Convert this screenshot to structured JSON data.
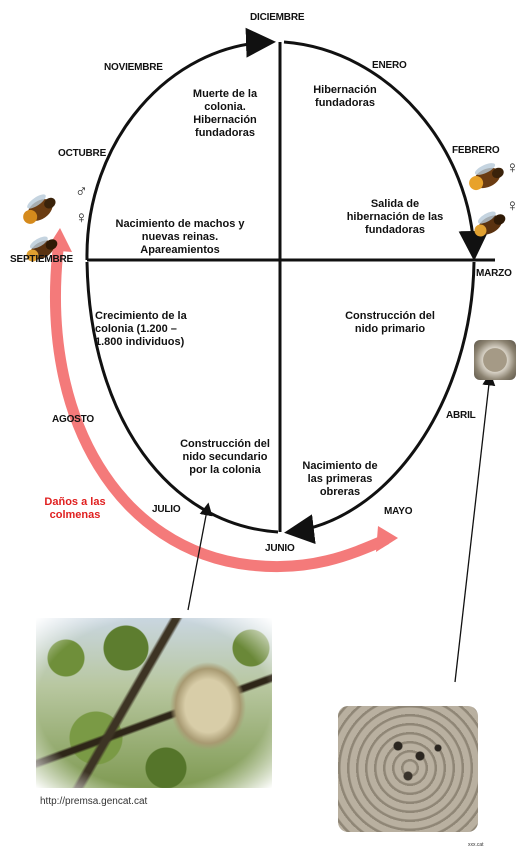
{
  "months": {
    "diciembre": "DICIEMBRE",
    "enero": "ENERO",
    "febrero": "FEBRERO",
    "marzo": "MARZO",
    "abril": "ABRIL",
    "mayo": "MAYO",
    "junio": "JUNIO",
    "julio": "JULIO",
    "agosto": "AGOSTO",
    "septiembre": "SEPTIEMBRE",
    "octubre": "OCTUBRE",
    "noviembre": "NOVIEMBRE"
  },
  "phases": {
    "q1": [
      "Muerte de la",
      "colonia.",
      "Hibernación",
      "fundadoras"
    ],
    "q2": [
      "Hibernación",
      "fundadoras"
    ],
    "q3": [
      "Nacimiento de machos y",
      "nuevas reinas.",
      "Apareamientos"
    ],
    "q4": [
      "Salida de",
      "hibernación de las",
      "fundadoras"
    ],
    "q5": [
      "Crecimiento de la",
      "colonia (1.200 –",
      "1.800 individuos)"
    ],
    "q6": [
      "Construcción del",
      "nido primario"
    ],
    "q7": [
      "Construcción del",
      "nido secundario",
      "por la colonia"
    ],
    "q8": [
      "Nacimiento de",
      "las primeras",
      "obreras"
    ]
  },
  "symbols": {
    "male": "♂",
    "female": "♀"
  },
  "damage": [
    "Daños a las",
    "colmenas"
  ],
  "credit": "http://premsa.gencat.cat",
  "small_credit": "xxx.cat",
  "colors": {
    "cycle": "#111111",
    "damage_arrow": "#f47a7a",
    "damage_text": "#e02020"
  }
}
